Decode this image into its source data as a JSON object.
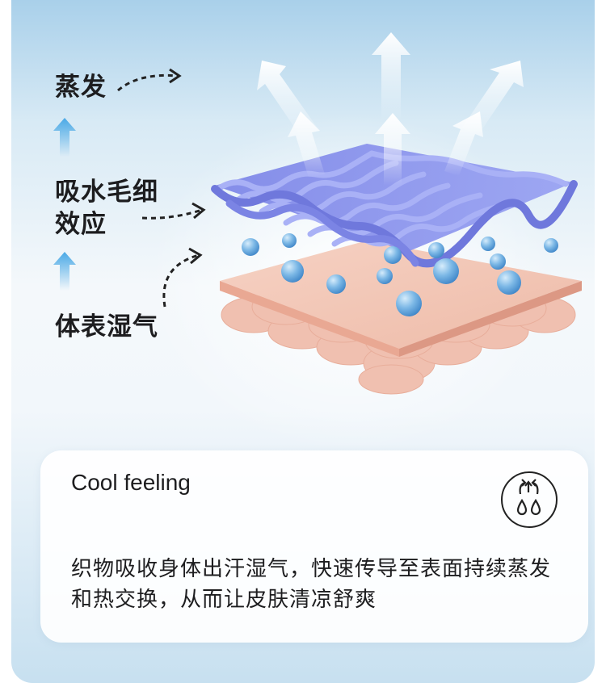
{
  "diagram": {
    "labels": {
      "evaporation": "蒸发",
      "capillary": "吸水毛细效应",
      "body_moisture": "体表湿气"
    }
  },
  "card": {
    "title": "Cool feeling",
    "icon": "cooling-sweat-drops-icon",
    "description": "织物吸收身体出汗湿气，快速传导至表面持续蒸发和热交换，从而让皮肤清凉舒爽"
  },
  "colors": {
    "fabric": "#8a93ec",
    "skin": "#f1c5b4",
    "water": "#5b9fd8",
    "arrow_up": "#5fb3e8"
  }
}
